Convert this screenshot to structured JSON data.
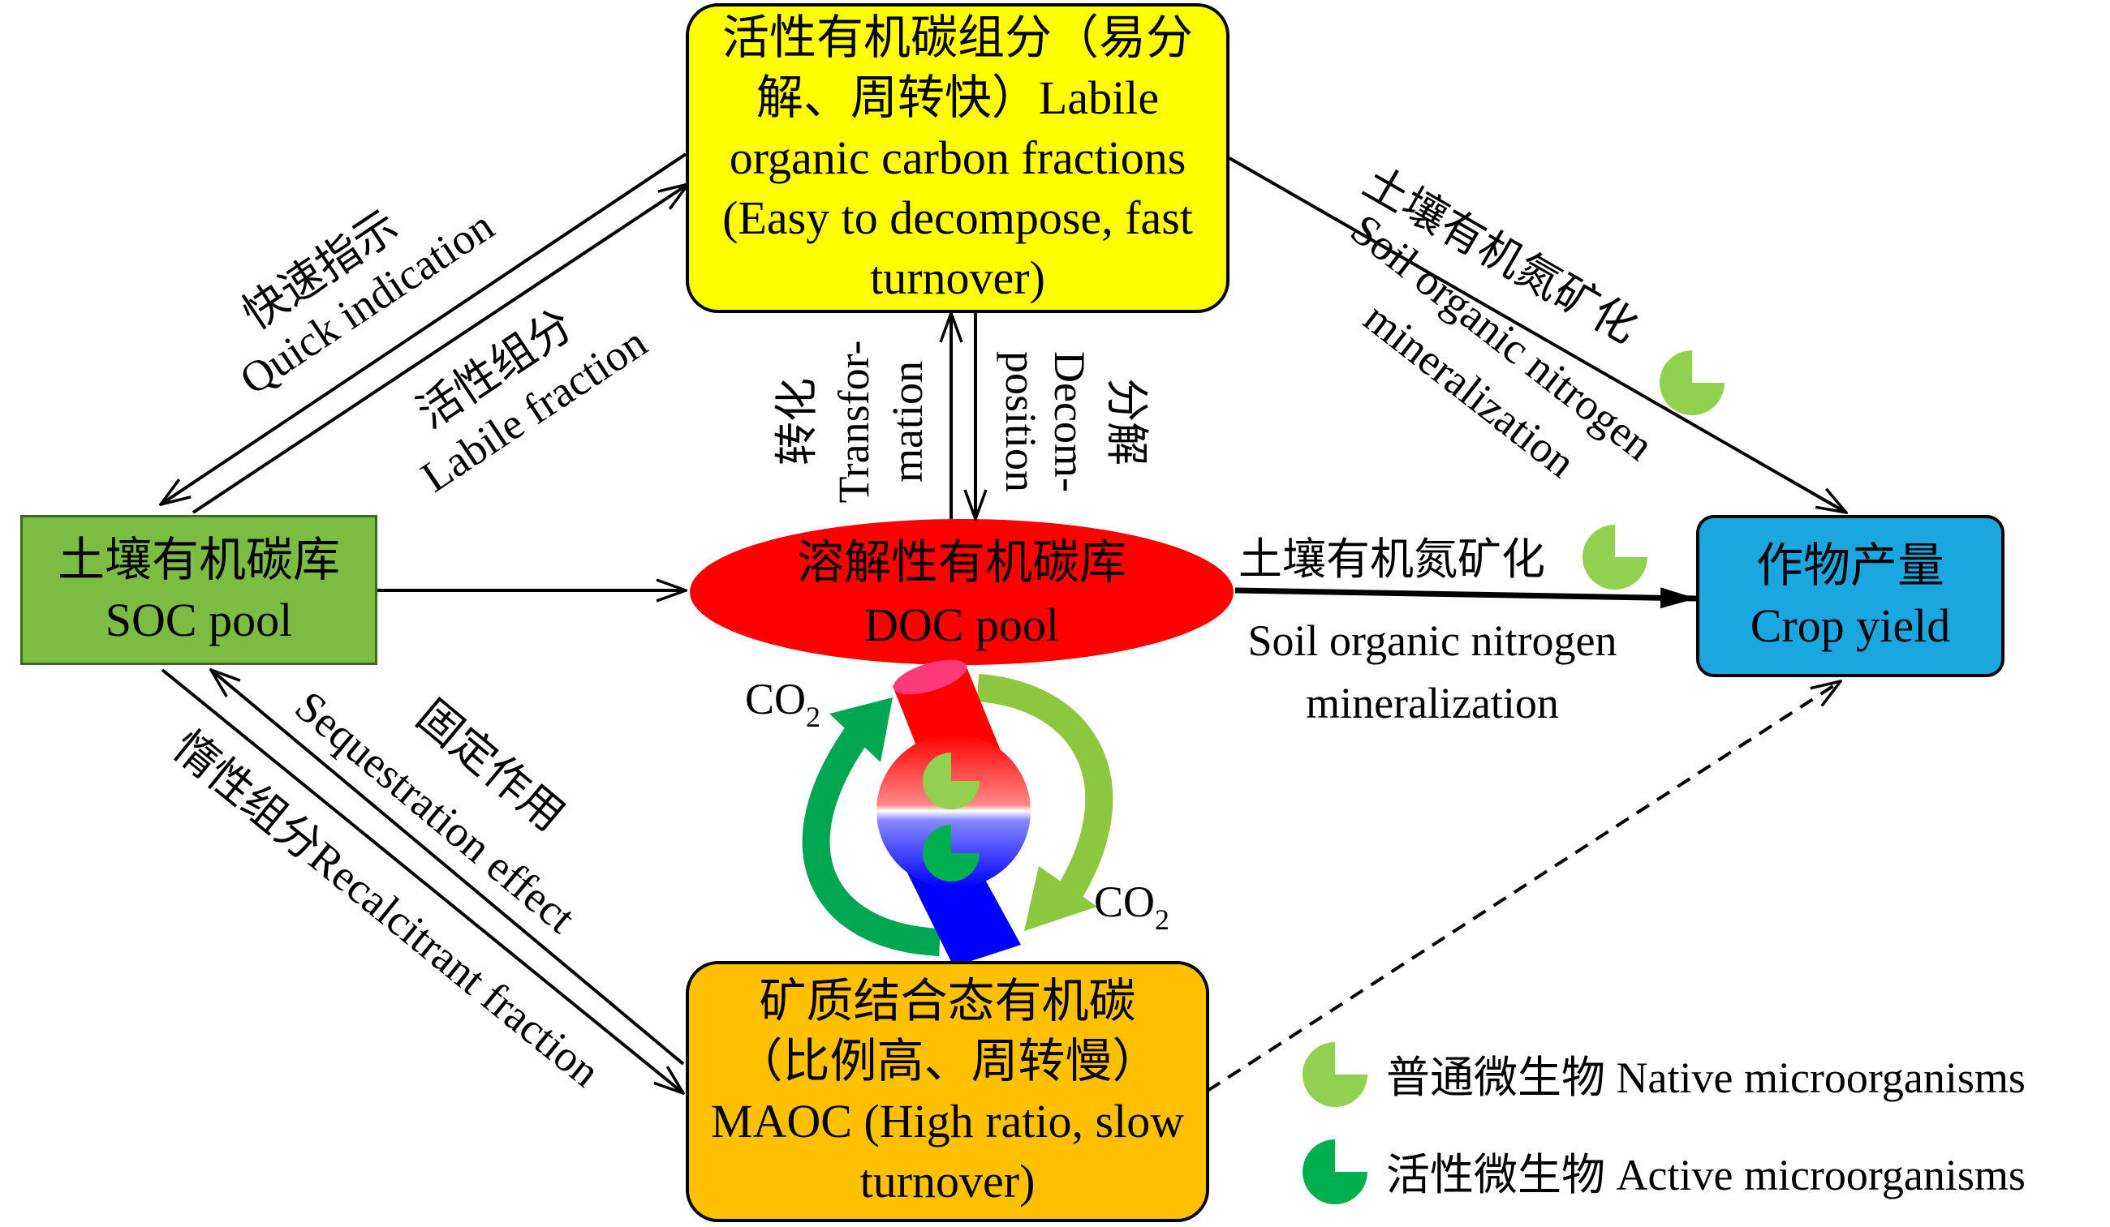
{
  "nodes": {
    "labile": {
      "lines": [
        "活性有机碳组分（易分",
        "解、周转快）Labile",
        "organic carbon fractions",
        "(Easy to  decompose, fast",
        "turnover)"
      ],
      "color": "#ffff00"
    },
    "soc": {
      "lines": [
        "土壤有机碳库",
        "SOC pool"
      ],
      "color": "#7cbc42"
    },
    "doc": {
      "lines": [
        "溶解性有机碳库",
        "DOC pool"
      ],
      "color": "#ff0000"
    },
    "crop": {
      "lines": [
        "作物产量",
        "Crop yield"
      ],
      "color": "#1aa7e0"
    },
    "maoc": {
      "lines": [
        "矿质结合态有机碳",
        "（比例高、周转慢）",
        "MAOC (High ratio, slow",
        "turnover)"
      ],
      "color": "#ffc000"
    }
  },
  "edge_labels": {
    "quick_cn": "快速指示",
    "quick_en": "Quick indication",
    "labile_cn": "活性组分",
    "labile_en": "Labile fraction",
    "transform_cn": "转化",
    "transform_en_1": "Transfor-",
    "transform_en_2": "mation",
    "decomp_cn": "分解",
    "decomp_en_1": "Decom-",
    "decomp_en_2": "position",
    "min_diag_cn": "土壤有机氮矿化",
    "min_diag_en_1": "Soil organic nitrogen",
    "min_diag_en_2": "mineralization",
    "min_h_cn": "土壤有机氮矿化",
    "min_h_en_1": "Soil organic nitrogen",
    "min_h_en_2": "mineralization",
    "seq_cn": "固定作用",
    "seq_en": "Sequestration effect",
    "recal": "惰性组分Recalcitrant fraction",
    "co2_main": "CO",
    "co2_sub": "2"
  },
  "legend": {
    "native": "普通微生物 Native microorganisms",
    "active": "活性微生物 Active microorganisms"
  },
  "colors": {
    "native_microbe": "#92d050",
    "active_microbe": "#00b050",
    "cycle_dark": "#00a651",
    "cycle_light": "#8dc63f",
    "tube_red": "#ff0000",
    "tube_blue": "#0000ff"
  }
}
